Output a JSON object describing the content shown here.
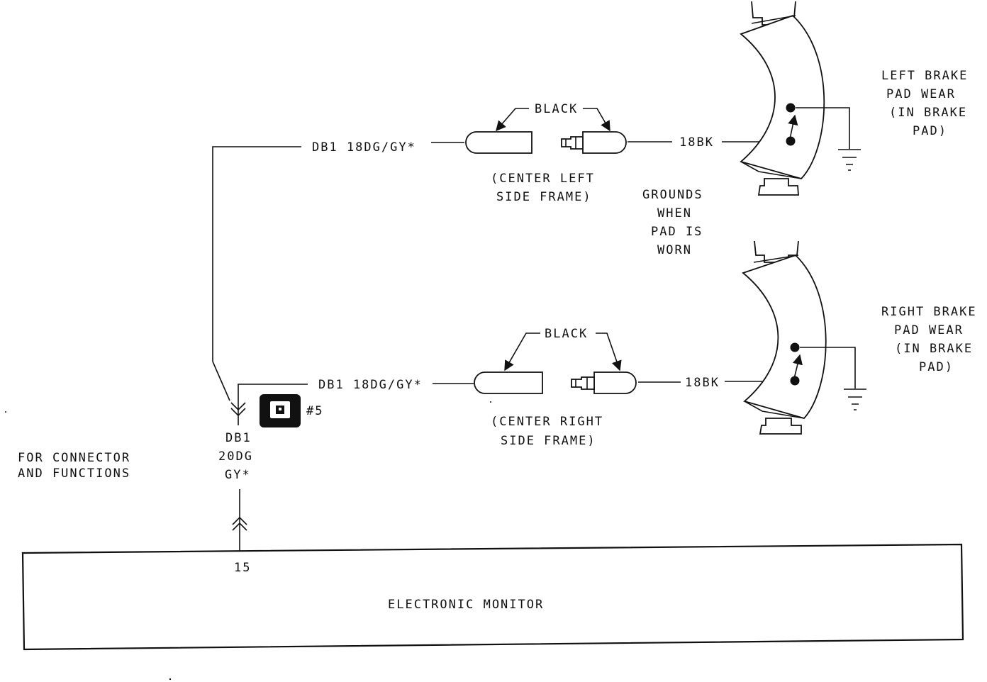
{
  "wires": {
    "upper": "DB1 18DG/GY*",
    "lower": "DB1 18DG/GY*",
    "ground_left": "18BK",
    "ground_right": "18BK"
  },
  "connector_color": {
    "upper": "BLACK",
    "lower": "BLACK"
  },
  "locations": {
    "left": [
      "(CENTER LEFT",
      "SIDE FRAME)"
    ],
    "right": [
      "(CENTER RIGHT",
      "SIDE FRAME)"
    ]
  },
  "sensors": {
    "left": [
      "LEFT BRAKE",
      "PAD WEAR",
      "(IN BRAKE",
      "PAD)"
    ],
    "right": [
      "RIGHT BRAKE",
      "PAD WEAR",
      "(IN BRAKE",
      "PAD)"
    ]
  },
  "note": [
    "GROUNDS",
    "WHEN",
    "PAD IS",
    "WORN"
  ],
  "splice_ref": "#5",
  "splice_icon": "splice-connector-icon",
  "main_wire": [
    "DB1",
    "20DG",
    "GY*"
  ],
  "pin": "15",
  "side_note": [
    "FOR CONNECTOR",
    "AND FUNCTIONS"
  ],
  "module": "ELECTRONIC MONITOR"
}
